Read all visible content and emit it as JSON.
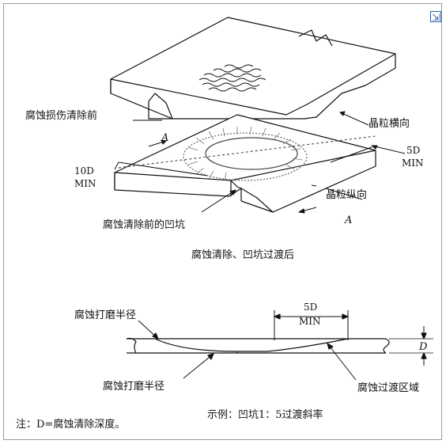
{
  "ui": {
    "expand_icon": "expand-icon"
  },
  "labels": {
    "before_removal": "腐蚀损伤清除前",
    "grain_transverse": "晶粒横向",
    "section_a_top": "A",
    "dim_5d_top": "5D",
    "dim_5d_top_unit": "MIN",
    "dim_10d": "10D",
    "dim_10d_unit": "MIN",
    "grain_longitudinal": "晶粒纵向",
    "pit_before_removal": "腐蚀清除前的凹坑",
    "section_a_bottom": "A",
    "after_removal": "腐蚀清除、凹坑过渡后",
    "grind_radius_top": "腐蚀打磨半径",
    "dim_5d_bottom": "5D",
    "dim_5d_bottom_unit": "MIN",
    "dim_d": "D",
    "grind_radius_bottom": "腐蚀打磨半径",
    "transition_zone": "腐蚀过渡区域",
    "example": "示例：凹坑1：5过渡斜率",
    "note": "注：D=腐蚀清除深度。"
  }
}
